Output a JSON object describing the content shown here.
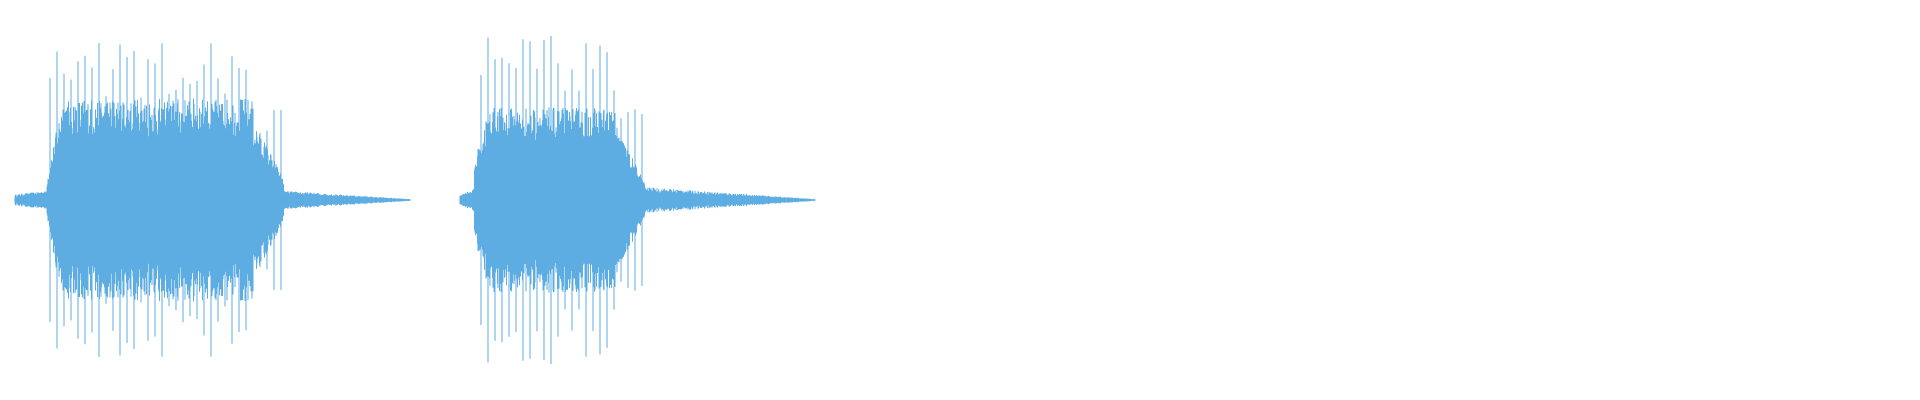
{
  "waveform": {
    "color": "#5dade2",
    "clips": [
      {
        "name": "clip-1",
        "segments": [
          {
            "t0": 0.0,
            "t1": 0.08,
            "a0": 0.03,
            "a1": 0.05,
            "spike": 0.0
          },
          {
            "t0": 0.08,
            "t1": 0.12,
            "a0": 0.1,
            "a1": 0.55,
            "spike": 0.9
          },
          {
            "t0": 0.12,
            "t1": 0.6,
            "a0": 0.55,
            "a1": 0.55,
            "spike": 0.85
          },
          {
            "t0": 0.6,
            "t1": 0.68,
            "a0": 0.45,
            "a1": 0.12,
            "spike": 0.5
          },
          {
            "t0": 0.68,
            "t1": 1.0,
            "a0": 0.05,
            "a1": 0.005,
            "spike": 0.0
          }
        ]
      },
      {
        "name": "clip-2",
        "segments": [
          {
            "t0": 0.0,
            "t1": 0.04,
            "a0": 0.03,
            "a1": 0.06,
            "spike": 0.0
          },
          {
            "t0": 0.04,
            "t1": 0.08,
            "a0": 0.2,
            "a1": 0.5,
            "spike": 0.95
          },
          {
            "t0": 0.08,
            "t1": 0.44,
            "a0": 0.5,
            "a1": 0.5,
            "spike": 0.9
          },
          {
            "t0": 0.44,
            "t1": 0.52,
            "a0": 0.4,
            "a1": 0.1,
            "spike": 0.5
          },
          {
            "t0": 0.52,
            "t1": 1.0,
            "a0": 0.07,
            "a1": 0.005,
            "spike": 0.0
          }
        ]
      }
    ]
  }
}
